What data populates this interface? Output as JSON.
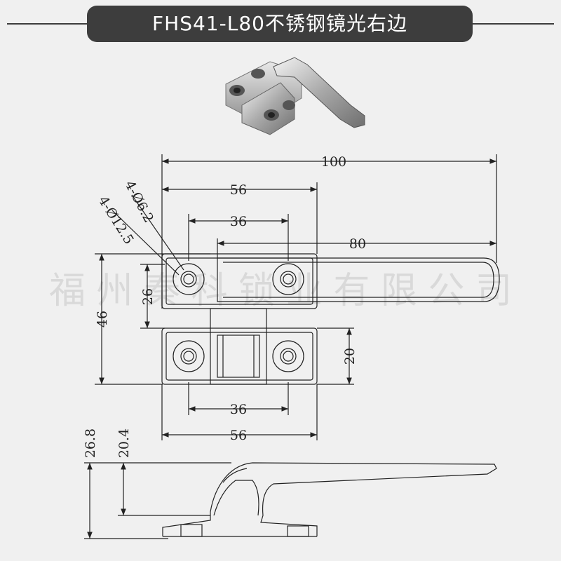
{
  "title": "FHS41-L80不锈钢镜光右边",
  "watermark": "福州秦科锁业有限公司",
  "colors": {
    "background": "#f0f0f0",
    "title_bar": "#3d3d3d",
    "title_text": "#ffffff",
    "line": "#222222"
  },
  "product_photo": "hinge-latch-photo",
  "dimensions": {
    "overall_length": "100",
    "mounting_width": "56",
    "hole_spacing_top": "36",
    "lever_length": "80",
    "small_hole": "4-Ø6.2",
    "counterbore": "4-Ø12.5",
    "total_height": "46",
    "plate_height": "26",
    "lower_block_height": "20",
    "hole_spacing_bottom": "36",
    "base_width": "56",
    "side_height_total": "26.8",
    "side_height_lever": "20.4"
  }
}
